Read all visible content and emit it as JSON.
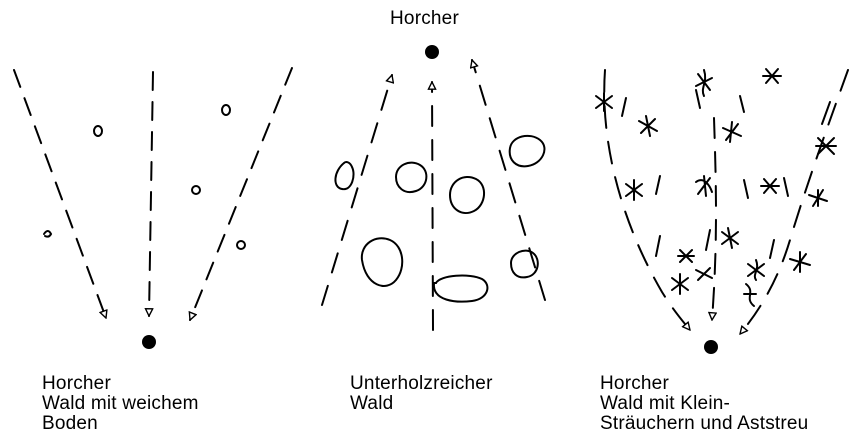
{
  "top_label": "Horcher",
  "captions": {
    "left": [
      "Horcher",
      "Wald mit weichem",
      "Boden"
    ],
    "middle": [
      "Unterholzreicher",
      "Wald"
    ],
    "right": [
      "Horcher",
      "Wald mit Klein-",
      "Sträuchern und Aststreu"
    ]
  },
  "colors": {
    "ink": "#000000",
    "background": "#ffffff"
  }
}
